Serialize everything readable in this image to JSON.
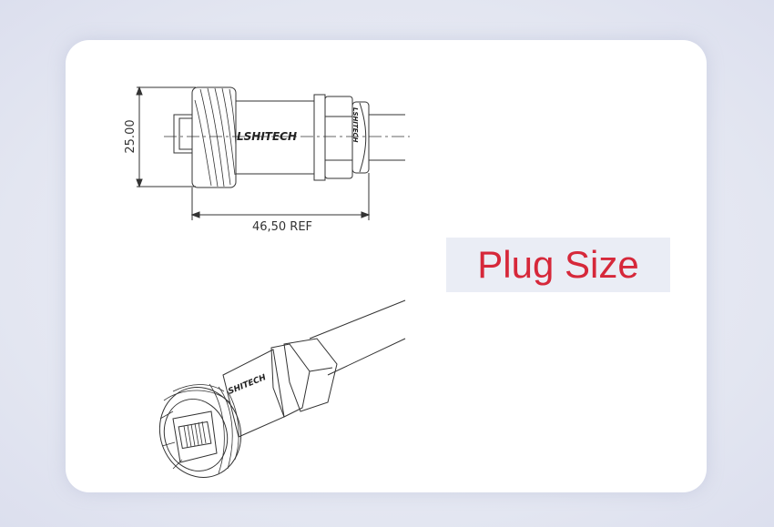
{
  "drawing": {
    "height_dimension": "25.00",
    "length_dimension": "46,50 REF",
    "brand_front": "LSHITECH",
    "brand_nut": "LSHITECH",
    "brand_iso": "SHITECH"
  },
  "caption": {
    "label": "Plug Size"
  },
  "colors": {
    "label_text": "#d6283a",
    "label_background": "#eaedf5",
    "card": "#ffffff",
    "page_background": "#e6e9f3"
  }
}
